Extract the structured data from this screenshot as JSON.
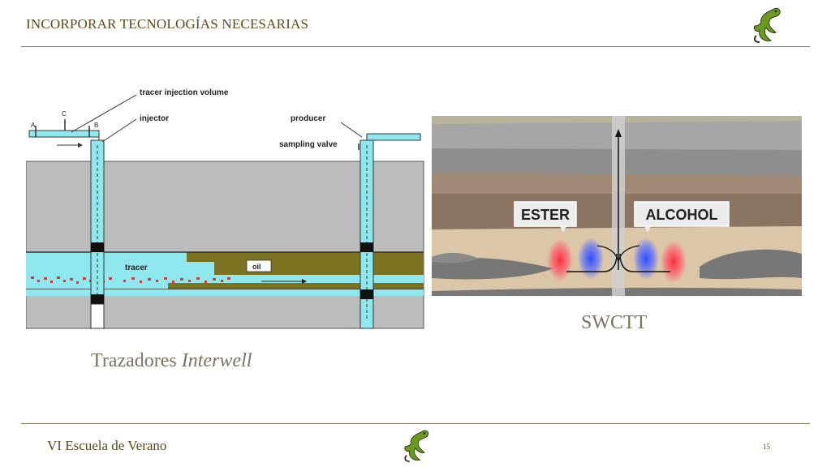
{
  "header": {
    "title": "INCORPORAR TECNOLOGÍAS NECESARIAS"
  },
  "footer": {
    "text": "VI Escuela de Verano",
    "page_number": "15"
  },
  "left_diagram": {
    "labels": {
      "tracer_injection_volume": "tracer injection volume",
      "injector": "injector",
      "producer": "producer",
      "sampling_valve": "sampling valve",
      "tracer": "tracer",
      "oil": "oil",
      "valve_a": "A",
      "valve_b": "B",
      "valve_c": "C"
    },
    "caption_prefix": "Trazadores ",
    "caption_italic": "Interwell"
  },
  "right_diagram": {
    "labels": {
      "ester": "ESTER",
      "alcohol": "ALCOHOL"
    },
    "caption": "SWCTT"
  },
  "colors": {
    "accent": "#5c4a1e",
    "water": "#8fe8ee",
    "oil": "#7a7020",
    "rock": "#b9b9b9"
  },
  "icons": {
    "logo": "green-lizard-logo"
  }
}
